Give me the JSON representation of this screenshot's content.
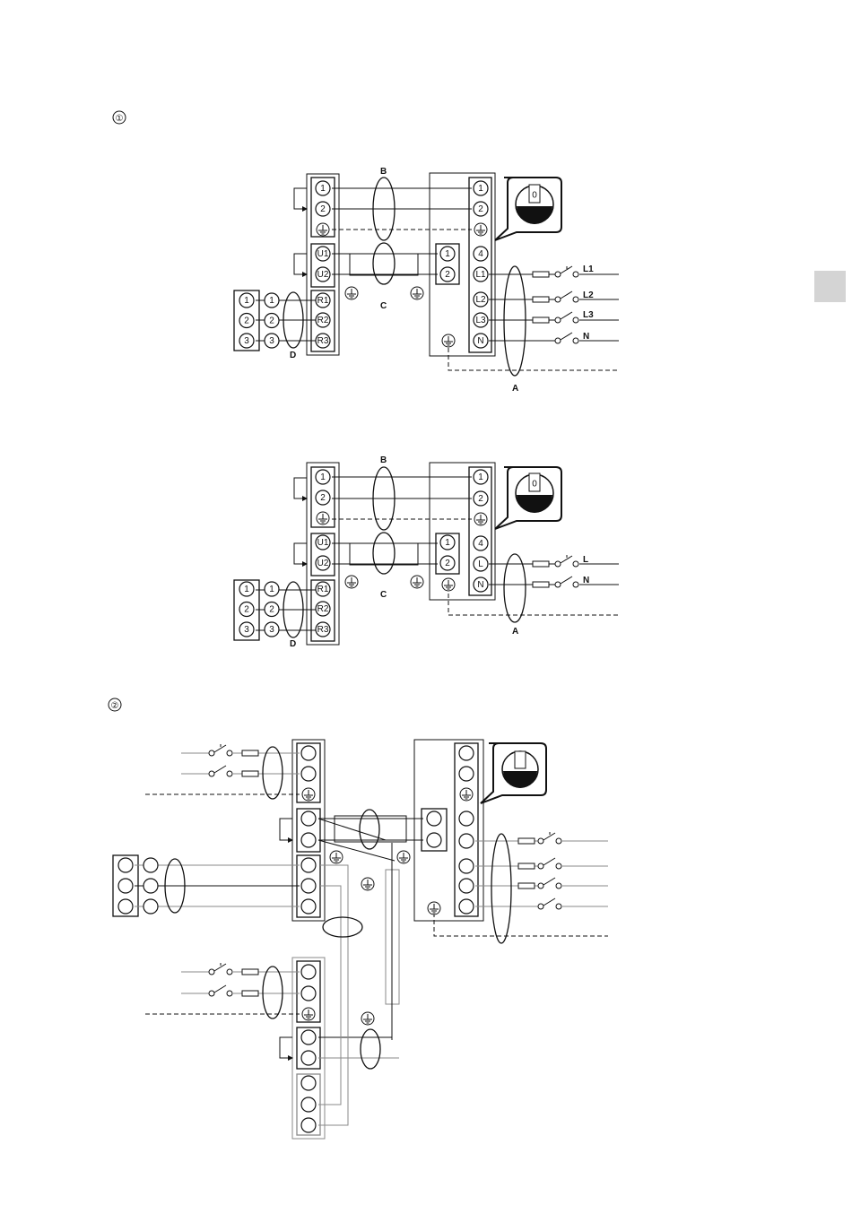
{
  "sections": [
    {
      "marker": "①"
    },
    {
      "marker": "②"
    }
  ],
  "page_tab": {
    "color": "#d4d4d4"
  },
  "diagram1": {
    "labels": {
      "A": "A",
      "B": "B",
      "C": "C",
      "D": "D"
    },
    "indoor_terminals": [
      "1",
      "2",
      "U1",
      "U2",
      "R1",
      "R2",
      "R3"
    ],
    "remote_terminals": [
      "1",
      "2",
      "3"
    ],
    "relay_terminals": [
      "1",
      "2",
      "3"
    ],
    "outdoor_terminals": [
      "1",
      "2",
      "4",
      "L1",
      "L2",
      "L3",
      "N"
    ],
    "outdoor_sub_terminals": [
      "1",
      "2"
    ],
    "lines": [
      "L1",
      "L2",
      "L3",
      "N"
    ],
    "dial_value": "0"
  },
  "diagram2": {
    "labels": {
      "A": "A",
      "B": "B",
      "C": "C",
      "D": "D"
    },
    "indoor_terminals": [
      "1",
      "2",
      "U1",
      "U2",
      "R1",
      "R2",
      "R3"
    ],
    "remote_terminals": [
      "1",
      "2",
      "3"
    ],
    "relay_terminals": [
      "1",
      "2",
      "3"
    ],
    "outdoor_terminals": [
      "1",
      "2",
      "4",
      "L",
      "N"
    ],
    "outdoor_sub_terminals": [
      "1",
      "2"
    ],
    "lines": [
      "L",
      "N"
    ],
    "dial_value": "0"
  },
  "colors": {
    "line": "#111111",
    "grey_wire": "#8a8a8a"
  }
}
